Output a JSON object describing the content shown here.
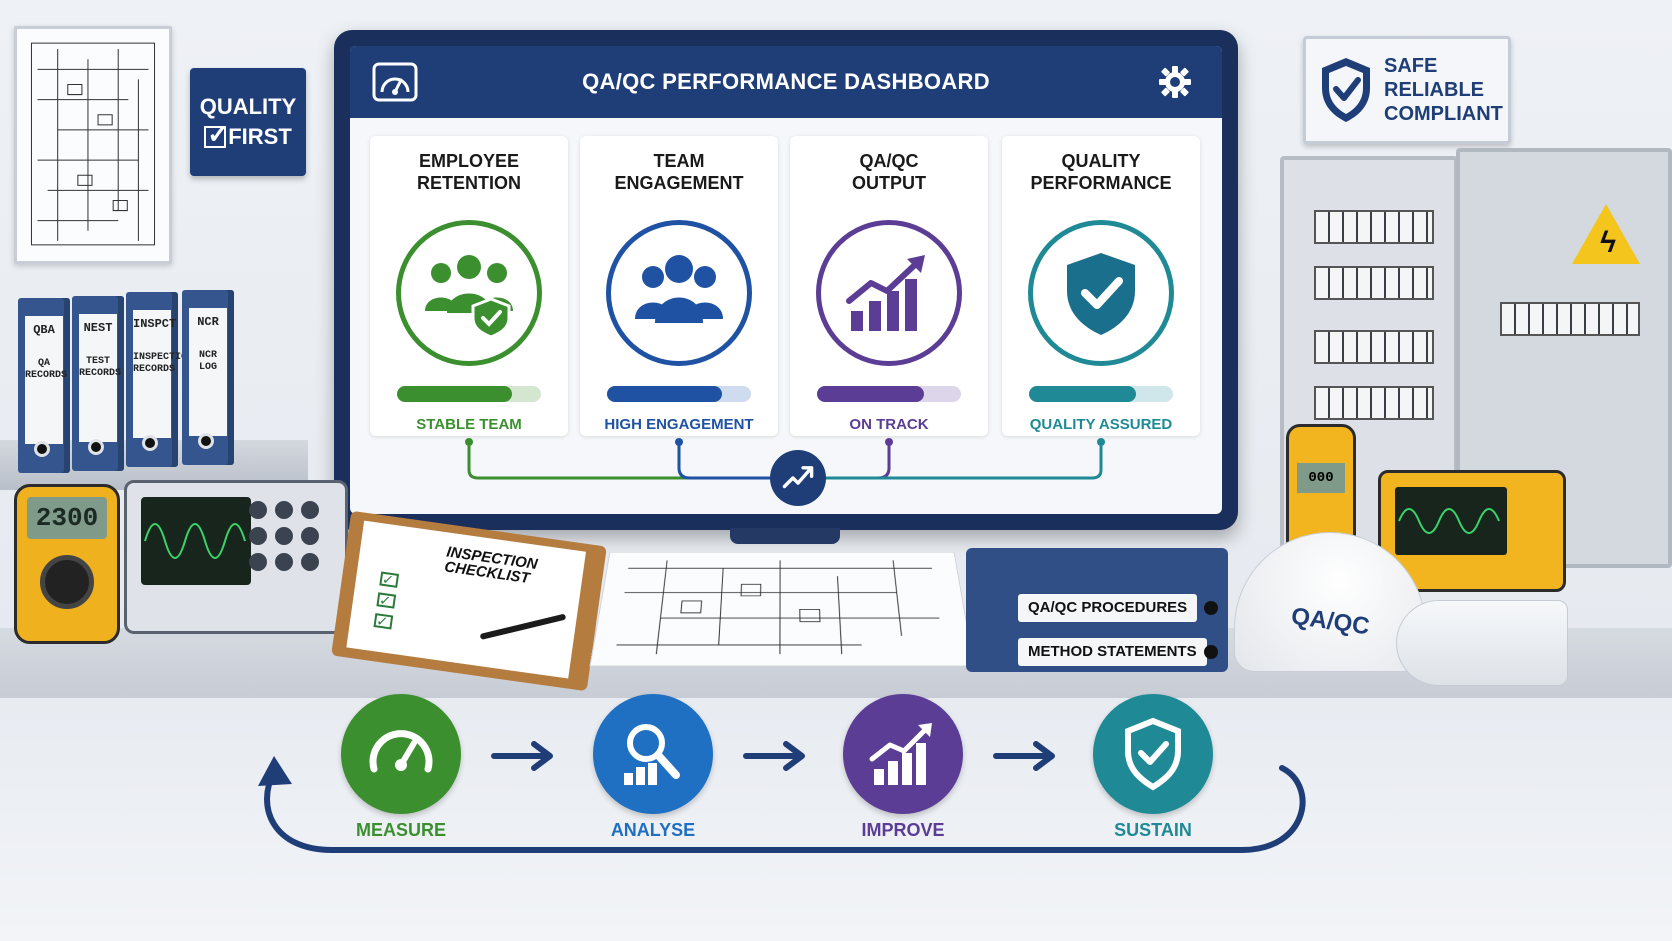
{
  "wall": {
    "quality_sign": {
      "line1": "QUALITY",
      "line2": "FIRST"
    },
    "safe_sign": {
      "lines": [
        "SAFE",
        "RELIABLE",
        "COMPLIANT"
      ]
    }
  },
  "binders": [
    {
      "code": "QBA",
      "label": "QA RECORDS"
    },
    {
      "code": "NEST",
      "label": "TEST RECORDS"
    },
    {
      "code": "INSPCT",
      "label": "INSPECTION RECORDS"
    },
    {
      "code": "NCR",
      "label": "NCR LOG"
    }
  ],
  "dashboard": {
    "title": "QA/QC PERFORMANCE DASHBOARD",
    "logo_icon": "gauge-icon",
    "settings_icon": "gear-icon",
    "kpis": [
      {
        "title_line1": "EMPLOYEE",
        "title_line2": "RETENTION",
        "status": "STABLE TEAM",
        "icon": "team-shield-icon",
        "color": "#3b8f2f",
        "track": "#d4e6cf",
        "progress": 0.8
      },
      {
        "title_line1": "TEAM",
        "title_line2": "ENGAGEMENT",
        "status": "HIGH ENGAGEMENT",
        "icon": "people-icon",
        "color": "#1f52a3",
        "track": "#cfdcef",
        "progress": 0.8
      },
      {
        "title_line1": "QA/QC",
        "title_line2": "OUTPUT",
        "status": "ON TRACK",
        "icon": "growth-chart-icon",
        "color": "#5b3d96",
        "track": "#ddd6eb",
        "progress": 0.74
      },
      {
        "title_line1": "QUALITY",
        "title_line2": "PERFORMANCE",
        "status": "QUALITY ASSURED",
        "icon": "shield-check-icon",
        "color": "#1f8a96",
        "track": "#cfe7ea",
        "progress": 0.74
      }
    ],
    "hub_icon": "trend-up-icon"
  },
  "desk": {
    "multimeter_reading": "2300",
    "clamp_reading": "000",
    "checklist_title_line1": "INSPECTION",
    "checklist_title_line2": "CHECKLIST",
    "procedure_binders": [
      "QA/QC PROCEDURES",
      "METHOD STATEMENTS"
    ],
    "helmet_text": "QA/QC"
  },
  "cycle": [
    {
      "label": "MEASURE",
      "icon": "gauge-icon",
      "color": "#3b8f2f"
    },
    {
      "label": "ANALYSE",
      "icon": "magnifier-chart-icon",
      "color": "#1f6fc2"
    },
    {
      "label": "IMPROVE",
      "icon": "growth-chart-icon",
      "color": "#5b3d96"
    },
    {
      "label": "SUSTAIN",
      "icon": "shield-check-icon",
      "color": "#1f8a96"
    }
  ],
  "colors": {
    "navy": "#1f3e78",
    "panel_bg": "#f5f7fa"
  }
}
